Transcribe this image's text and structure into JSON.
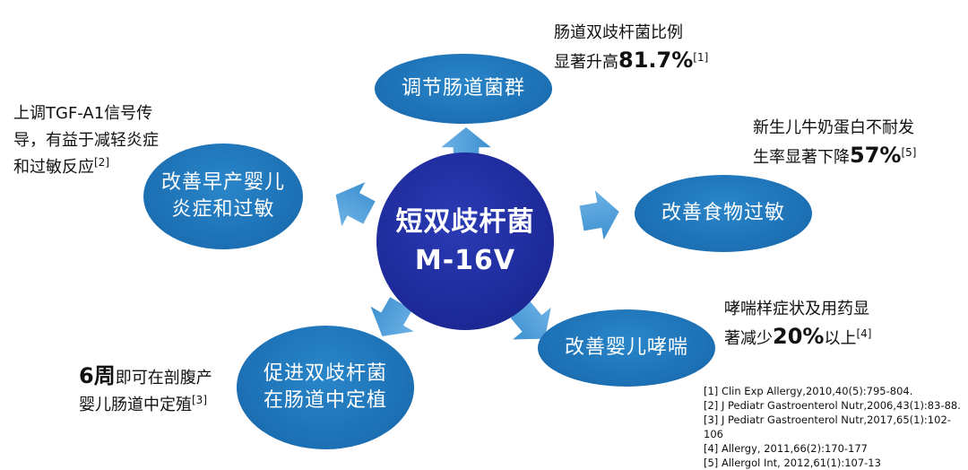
{
  "center": {
    "line1": "短双歧杆菌",
    "line2": "M-16V"
  },
  "nodes": {
    "top": {
      "line1": "调节肠道菌群"
    },
    "left": {
      "line1": "改善早产婴儿",
      "line2": "炎症和过敏"
    },
    "right": {
      "line1": "改善食物过敏"
    },
    "bottom_left": {
      "line1": "促进双歧杆菌",
      "line2": "在肠道中定植"
    },
    "bottom_right": {
      "line1": "改善婴儿哮喘"
    }
  },
  "notes": {
    "top": {
      "line1": "肠道双歧杆菌比例",
      "line2_pre": "显著升高",
      "value": "81.7%",
      "ref": "[1]"
    },
    "left": {
      "line1": "上调TGF-A1信号传",
      "line2": "导，有益于减轻炎症",
      "line3": "和过敏反应",
      "ref": "[2]"
    },
    "right": {
      "line1": "新生儿牛奶蛋白不耐发",
      "line2_pre": "生率显著下降",
      "value": "57%",
      "ref": "[5]"
    },
    "bottom_left": {
      "value": "6周",
      "line1_post": "即可在剖腹产",
      "line2": "婴儿肠道中定殖",
      "ref": "[3]"
    },
    "bottom_right": {
      "line1": "哮喘样症状及用药显",
      "line2_pre": "著减少",
      "value": "20%",
      "line2_post": "以上",
      "ref": "[4]"
    }
  },
  "references": [
    "[1] Clin Exp Allergy,2010,40(5):795-804.",
    "[2] J Pediatr Gastroenterol Nutr,2006,43(1):83-88.",
    "[3] J Pediatr Gastroenterol Nutr,2017,65(1):102-",
    "106",
    "[4] Allergy, 2011,66(2):170-177",
    "[5] Allergol Int, 2012,61(1):107-13"
  ],
  "colors": {
    "center": "#1d2a9a",
    "node": "#1c6fb3",
    "arrow": "#4a9bd6"
  }
}
